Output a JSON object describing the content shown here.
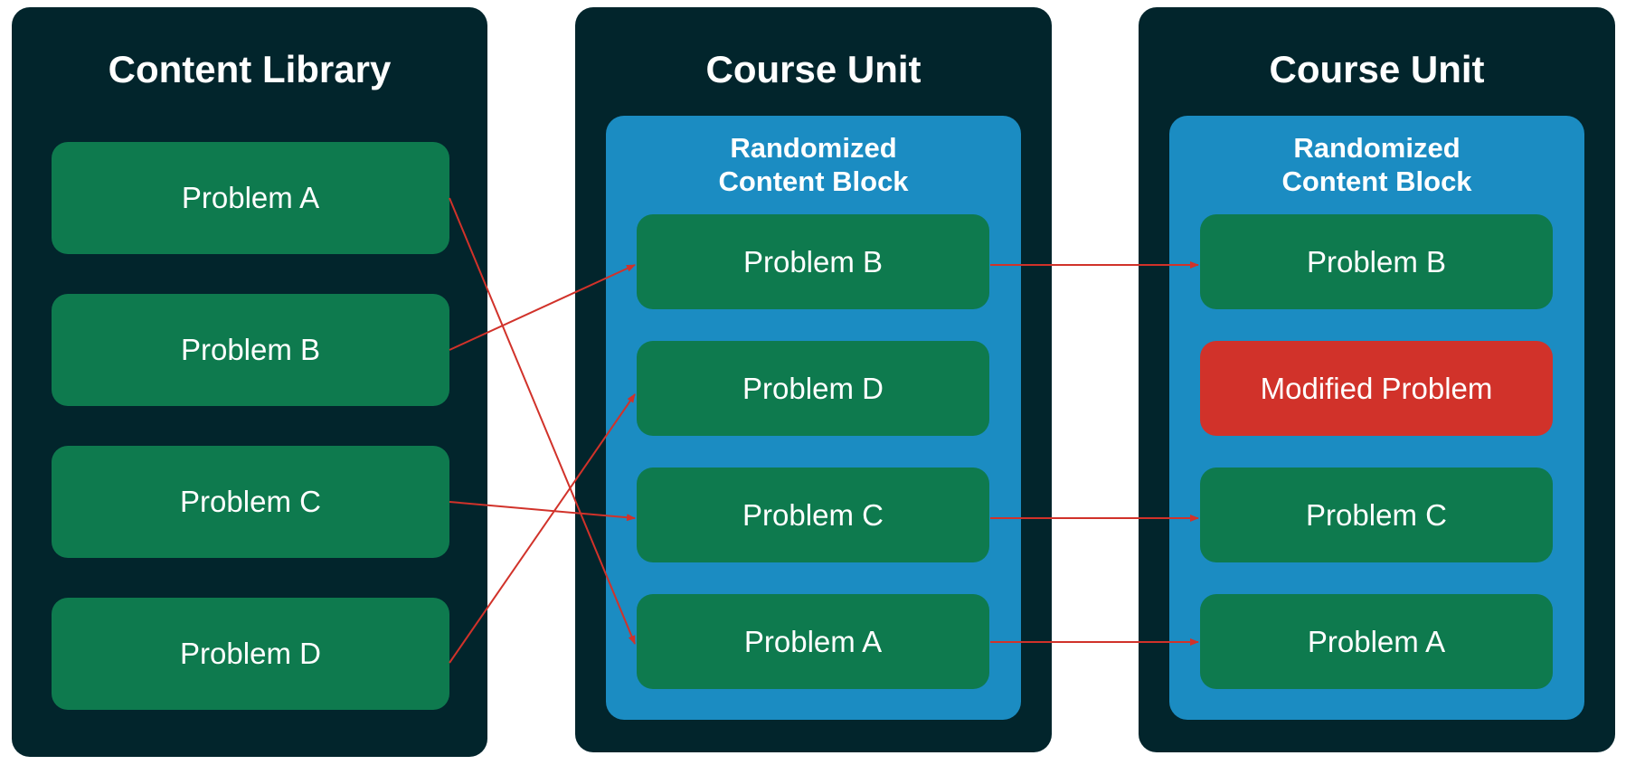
{
  "colors": {
    "panel": "#02252c",
    "block": "#1b8cc2",
    "problem": "#0e7a4e",
    "modified": "#d1322a",
    "arrow": "#d1322a"
  },
  "library": {
    "title": "Content Library",
    "problems": [
      "Problem A",
      "Problem B",
      "Problem C",
      "Problem D"
    ]
  },
  "unit1": {
    "title": "Course Unit",
    "block_title_line1": "Randomized",
    "block_title_line2": "Content Block",
    "problems": [
      "Problem B",
      "Problem D",
      "Problem C",
      "Problem A"
    ]
  },
  "unit2": {
    "title": "Course Unit",
    "block_title_line1": "Randomized",
    "block_title_line2": "Content Block",
    "problems": [
      "Problem B",
      "Modified Problem",
      "Problem C",
      "Problem A"
    ]
  }
}
